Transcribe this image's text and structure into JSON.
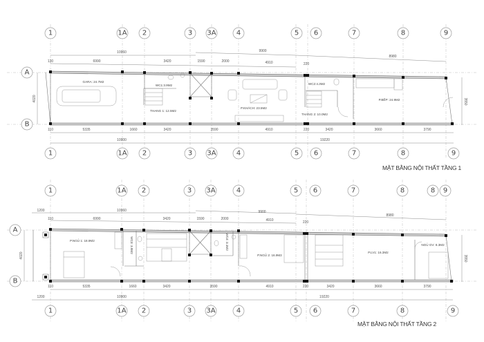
{
  "grid_axes": {
    "columns": [
      "1",
      "1A",
      "2",
      "3",
      "3A",
      "4",
      "5",
      "6",
      "7",
      "8",
      "9"
    ],
    "columns_floor2_extra": "8",
    "rows": [
      "A",
      "B"
    ]
  },
  "floor1": {
    "title": "MẶT BẰNG NỘI THẤT TẦNG 1",
    "dims_top_overall": [
      "10960",
      "9900",
      "8980"
    ],
    "dims_top_segments": [
      "130",
      "6990",
      "3420",
      "1590",
      "2000",
      "4910",
      "220"
    ],
    "dims_bottom_segments": [
      "110",
      "5335",
      "1660",
      "3420",
      "3590",
      "4910",
      "220",
      "3420",
      "3660",
      "3790"
    ],
    "dims_bottom_overall": [
      "10900",
      "19220"
    ],
    "dim_left": "4020",
    "dim_right": "3550",
    "rooms": [
      {
        "label": "GARA: 24.7M2"
      },
      {
        "label": "WC1:3.9M2"
      },
      {
        "label": "THANG 1: 12.5M2"
      },
      {
        "label": "P.KHÁCH: 23.5M2"
      },
      {
        "label": "WC2:4.3M2"
      },
      {
        "label": "THANG 2: 10.0M2"
      },
      {
        "label": "P.BẾP: 24.9M2"
      }
    ]
  },
  "floor2": {
    "title": "MẶT BẰNG NỘI THẤT TẦNG 2",
    "dims_top_overall": [
      "1200",
      "10960",
      "9900",
      "8980"
    ],
    "dims_top_segments": [
      "110",
      "6990",
      "3420",
      "1590",
      "2000",
      "4910",
      "220"
    ],
    "dims_bottom_segments": [
      "110",
      "5335",
      "1660",
      "3420",
      "3590",
      "4910",
      "220",
      "3420",
      "3660",
      "3790"
    ],
    "dims_bottom_overall": [
      "1200",
      "10900",
      "19220"
    ],
    "dim_left": "4020",
    "dim_right": "3550",
    "rooms": [
      {
        "label": "P.NGỦ 1: 18.9M2"
      },
      {
        "label": "WC3: 3.8M2"
      },
      {
        "label": "WC4: 3.1M2"
      },
      {
        "label": "P.NGỦ 2: 16.9M2"
      },
      {
        "label": "P.LV1: 16.3M2"
      },
      {
        "label": "NGỦ GV: 8.3M2"
      }
    ]
  }
}
